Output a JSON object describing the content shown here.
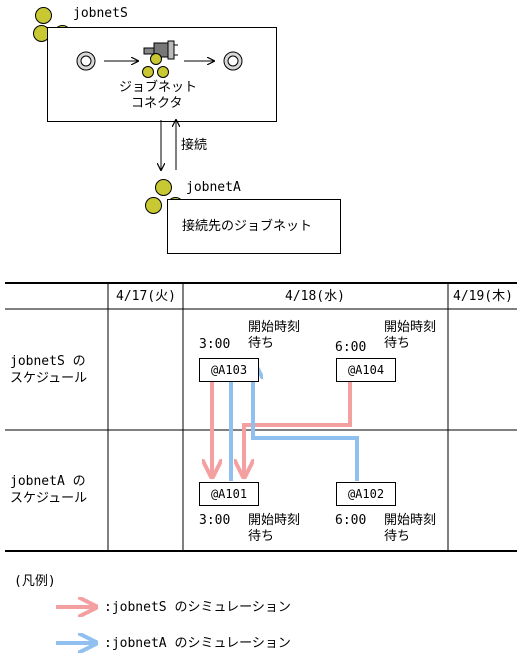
{
  "top_diagram": {
    "jobnetS_label": "jobnetS",
    "connector_label_line1": "ジョブネット",
    "connector_label_line2": "コネクタ",
    "connect_label": "接続",
    "jobnetA_label": "jobnetA",
    "connected_jobnet_label": "接続先のジョブネット"
  },
  "table": {
    "dates": [
      "4/17(火)",
      "4/18(水)",
      "4/19(木)"
    ],
    "rows": [
      {
        "label_line1": "jobnetS の",
        "label_line2": "スケジュール"
      },
      {
        "label_line1": "jobnetA の",
        "label_line2": "スケジュール"
      }
    ],
    "jobs": {
      "a103": {
        "id": "@A103",
        "time": "3:00",
        "wait_line1": "開始時刻",
        "wait_line2": "待ち"
      },
      "a104": {
        "id": "@A104",
        "time": "6:00",
        "wait_line1": "開始時刻",
        "wait_line2": "待ち"
      },
      "a101": {
        "id": "@A101",
        "time": "3:00",
        "wait_line1": "開始時刻",
        "wait_line2": "待ち"
      },
      "a102": {
        "id": "@A102",
        "time": "6:00",
        "wait_line1": "開始時刻",
        "wait_line2": "待ち"
      }
    }
  },
  "legend": {
    "title": "(凡例)",
    "items": [
      {
        "label": ":jobnetS のシミュレーション",
        "color": "#f4a0a0"
      },
      {
        "label": ":jobnetA のシミュレーション",
        "color": "#90c0f0"
      }
    ]
  },
  "colors": {
    "ball": "#c8c832",
    "pink_arrow": "#f4a0a0",
    "blue_arrow": "#90c0f0"
  }
}
